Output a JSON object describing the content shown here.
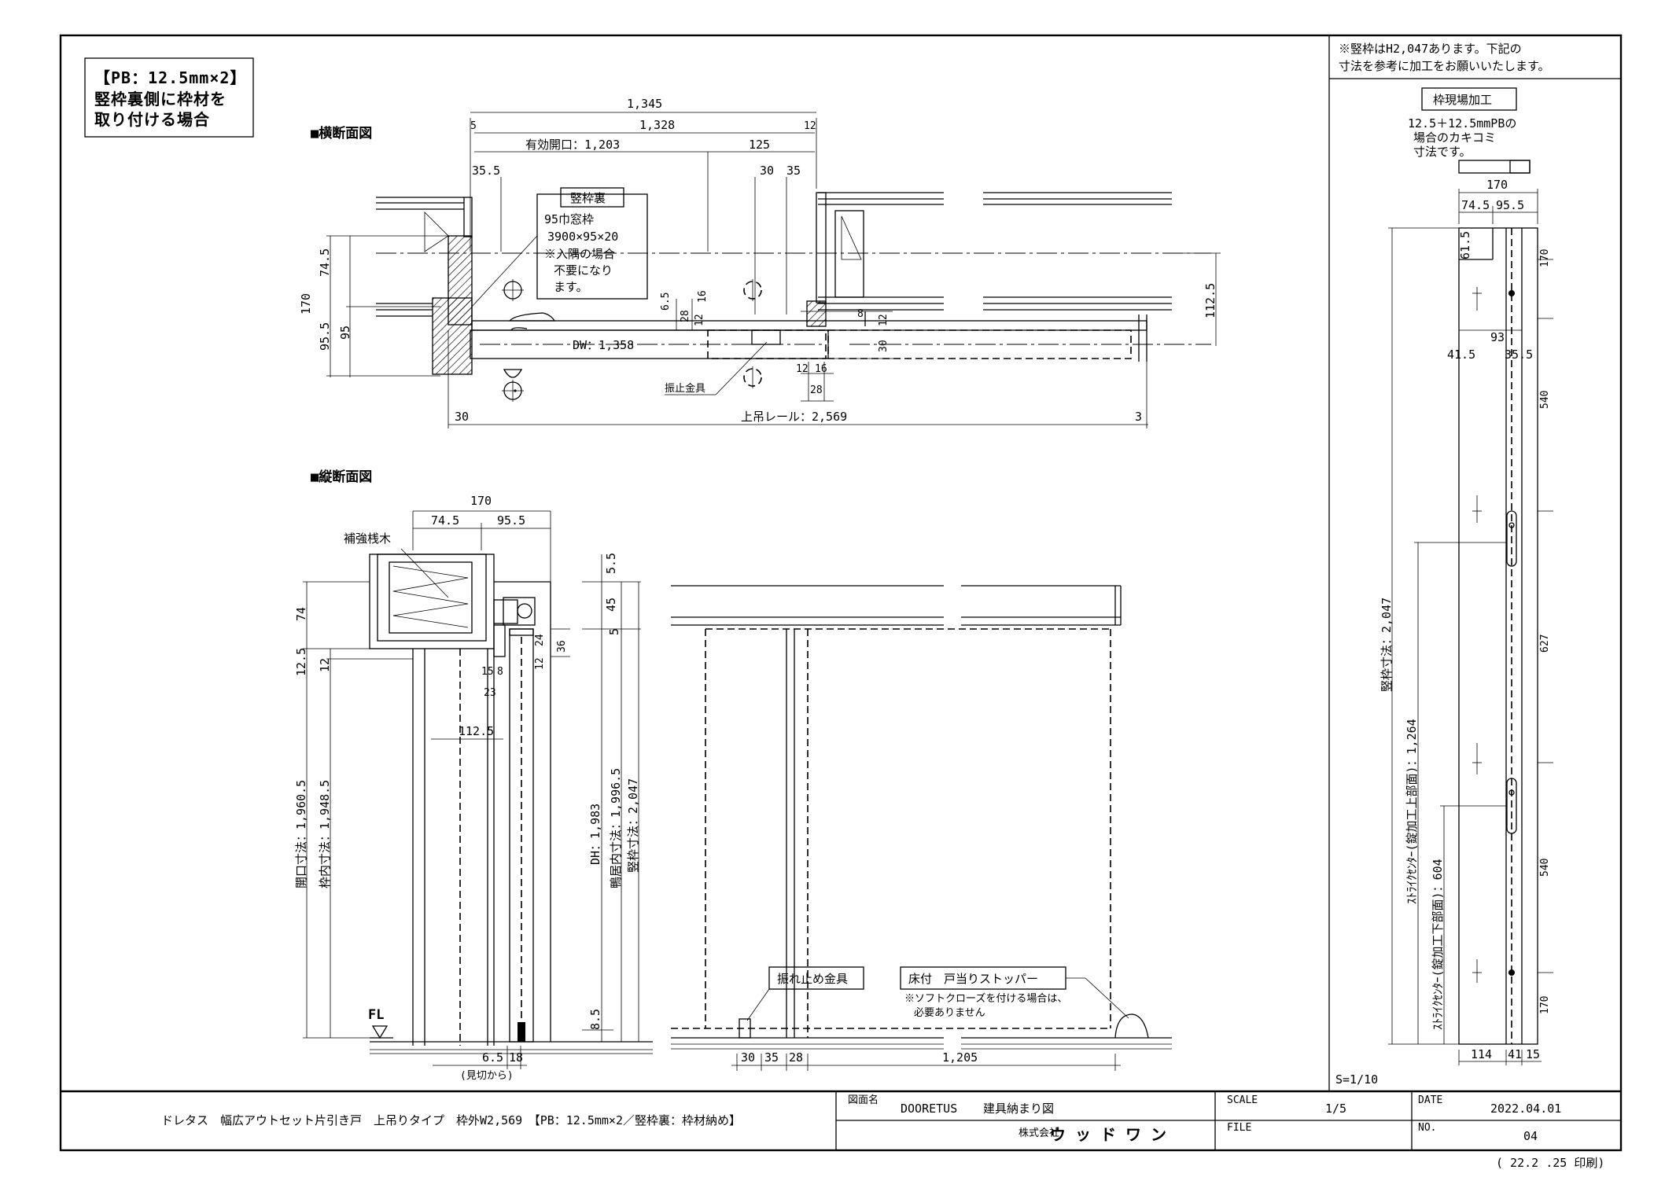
{
  "note_box": [
    "【PB：12.5mm×2】",
    "竪枠裏側に枠材を",
    "取り付ける場合"
  ],
  "horizontal_section": {
    "title": "■横断面図",
    "dims": {
      "total": "1,345",
      "inner": "1,328",
      "left5": "5",
      "right12": "12",
      "opening": "有効開口：1,203",
      "d125": "125",
      "d35_5": "35.5",
      "d30": "30",
      "d35": "35",
      "d170": "170",
      "d74_5": "74.5",
      "d95_5": "95.5",
      "d95": "95",
      "d112_5": "112.5",
      "d6_5": "6.5",
      "d28": "28",
      "d12": "12",
      "d16": "16",
      "d8": "8",
      "d12b": "12",
      "d30b": "30",
      "d12c": "12",
      "d16b": "16",
      "d28b": "28",
      "dw": "DW：1,358",
      "rail30": "30",
      "rail": "上吊レール：2,569",
      "rail3": "3"
    },
    "callout": {
      "title": "竪枠裏",
      "lines": [
        "95巾窓枠",
        "3900×95×20",
        "※入隅の場合",
        "不要になり",
        "ます。"
      ]
    },
    "stop_label": "振止金具"
  },
  "vertical_section": {
    "title": "■縦断面図",
    "dims": {
      "d170": "170",
      "d74_5": "74.5",
      "d95_5": "95.5",
      "label": "補強桟木",
      "d74": "74",
      "d12_5": "12.5",
      "d12": "12",
      "d15": "15",
      "d8": "8",
      "d23": "23",
      "d12b": "12",
      "d24": "24",
      "d36": "36",
      "d112_5": "112.5",
      "opening": "開口寸法：1,960.5",
      "inner": "枠内寸法：1,948.5",
      "d5_5": "5.5",
      "d45": "45",
      "d5": "5",
      "dh": "DH：1,983",
      "ceiling": "鴨居内寸法：1,996.5",
      "frame": "竪枠寸法：2,047",
      "d8_5": "8.5",
      "fl": "FL",
      "d6_5": "6.5",
      "d18": "18",
      "mikiri": "(見切から)"
    }
  },
  "elevation": {
    "stop_lift": "振れ止め金具",
    "floor_stop": "床付　戸当りストッパー",
    "floor_note": [
      "※ソフトクローズを付ける場合は、",
      "必要ありません"
    ],
    "dims": {
      "d30": "30",
      "d35": "35",
      "d28": "28",
      "d1205": "1,205"
    }
  },
  "right_panel": {
    "note": [
      "※竪枠はH2,047あります。下記の",
      "寸法を参考に加工をお願いいたします。"
    ],
    "title": "枠現場加工",
    "desc": [
      "12.5＋12.5mmPBの",
      "場合のカキコミ",
      "寸法です。"
    ],
    "dims": {
      "d170": "170",
      "d74_5": "74.5",
      "d95_5": "95.5",
      "d61_5": "61.5",
      "d93": "93",
      "d41_5": "41.5",
      "d35_5": "35.5",
      "r170a": "170",
      "r540a": "540",
      "r627": "627",
      "r540b": "540",
      "r170b": "170",
      "frame": "竪枠寸法：2,047",
      "strike_top": "ｽﾄﾗｲｸｾﾝﾀｰ(錠加工上部面)：1,264",
      "strike_bot": "ｽﾄﾗｲｸｾﾝﾀｰ(錠加工下部面)：604",
      "b114": "114",
      "b41": "41",
      "b15": "15"
    },
    "scale_note": "S=1/10"
  },
  "title_block": {
    "product": "ドレタス　幅広アウトセット片引き戸　上吊りタイプ　枠外W2,569　【PB：12.5mm×2／竪枠裏：枠材納め】",
    "drawing_label": "図面名",
    "brand": "DOORETUS",
    "drawing_name": "建具納まり図",
    "company_label": "株式会社",
    "company": "ウッドワン",
    "scale_label": "SCALE",
    "scale": "1/5",
    "file_label": "FILE",
    "date_label": "DATE",
    "date": "2022.04.01",
    "no_label": "NO.",
    "no": "04",
    "printed": "( 22.2 .25 印刷)"
  }
}
